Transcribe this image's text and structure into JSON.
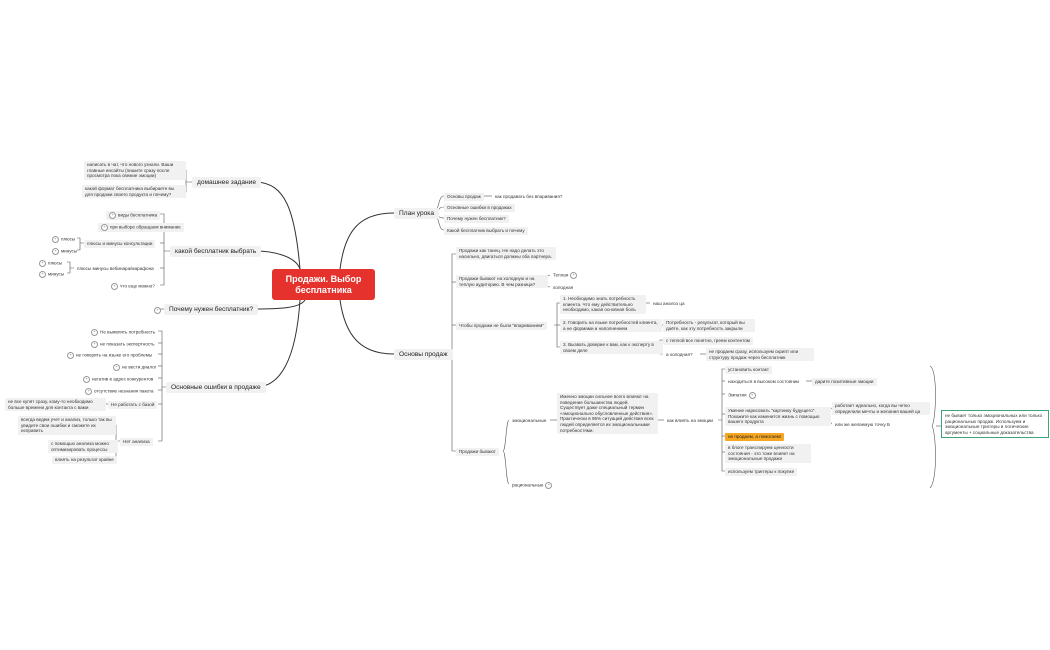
{
  "central": "Продажи. Выбор бесплатника",
  "right": {
    "plan": {
      "label": "План урока",
      "items": [
        "Основы продаж",
        "как продавать без впаривания?",
        "Основные ошибки в продажах",
        "Почему нужен бесплатник?",
        "Какой бесплатник выбрать и почему"
      ]
    },
    "basics": {
      "label": "Основы продаж",
      "intro": "Продажи как танец. Не надо делать это насильно, двигаться должны оба партнера.",
      "sell_cold": "Продажи бывают на холодную и на теплую аудиторию. В чем разница?",
      "warm": "Теплая",
      "cold": "холодная",
      "not_pushy": "Чтобы продажи не были \"впариванием\"",
      "rule1": "1. Необходимо знать потребность клиента. Что ему действительно необходимо, какая основная боль",
      "rule1_note": "наш аналоз ца",
      "rule2": "2. Говорить на языке потребностей клиента, а не формами и наполнением",
      "rule2_note": "Потребность - результат, который вы даёте, как эту потребность закрыли",
      "rule3": "3. Вызвать доверие к вам, как к эксперту в своем деле",
      "rule3_warm": "с теплой все понятно, греем контентом",
      "rule3_cold": "а холодная?",
      "rule3_cold_note": "не продаем сразу, используем скрипт или структуру продаж через бесплатник",
      "sales_are": "Продажи бывают",
      "emotional": "эмоциональные",
      "rational": "рациональные",
      "emo_desc": "Именно эмоции сильнее всего влияют на поведение большинства людей. Существует даже специальный термин «эмоционально обусловленные действия». Практически в 95% ситуаций действия всех людей определяется их эмоциональными потребностями.",
      "how_affect": "как влиять на эмоции",
      "contact": "установить контакт",
      "high_state": "находиться в высоком состоянии",
      "give_positive": "дарите позитивные эмоции",
      "empathy": "Эмпатия",
      "picture": "Умение нарисовать \"картинку будущего\". Покажите как изменится жизнь с помощью вашего продукта",
      "picture_note1": "работает идеально, когда вы четко определили мечты и желания вашей ца",
      "picture_note2": "или же желаемую точку Б",
      "dont_sell": "не продаем, а помогаем!",
      "blogs": "в блоге транслируем ценности состояния - это тоже влияет на эмоциональные продажи",
      "triggers": "используем триггеры к покупке",
      "green_note": "не бывает только эмоциональных или только рациональных продаж. Используем и эмоциональные триггеры и логические аргументы + социальные доказательства"
    }
  },
  "left": {
    "homework": {
      "label": "домашнее задание",
      "task1": "написать в чат, что нового узнали. Ваши главные инсайты (пишите сразу после просмотра пока свежие эмоции)",
      "task2": "какой формат бесплатника выбираете вы для продажи своего продукта и почему?"
    },
    "which_free": {
      "label": "какой бесплатник выбрать",
      "types": "виды бесплатника",
      "attention": "при выборе обращаем внимание",
      "plus_minus_consult": "плюсы и минусы консультации",
      "plus1": "плюсы",
      "minus1": "минусы",
      "plus_minus_webinar": "плюсы минусы вебинара/марафона",
      "plus2": "плюсы",
      "minus2": "минусы",
      "what_else": "что еще можно?"
    },
    "why_free": {
      "label": "Почему нужен бесплатник?"
    },
    "mistakes": {
      "label": "Основные ошибки в продаже",
      "m1": "Не выявлять потребность",
      "m2": "не показать экспертность",
      "m3": "не говорить на языке его проблемы",
      "m4": "не вести диалог",
      "m5": "негатив в адрес конкурентов",
      "m6": "отсутствие незнания пакета",
      "m7": "Не работать с базой",
      "m7_note": "не все купят сразу, кому-то необходимо больше времени для контакта с вами",
      "m8": "Нет анализа",
      "m8_note1": "всегда ведем учет и анализ, только так вы увидите свои ошибки и сможете их исправить",
      "m8_note2": "с помощью анализа можно оптимизировать процессы",
      "m8_note3": "влиять на результат крайне"
    }
  },
  "counts": {
    "c_warm": "+",
    "c_types": "+",
    "c_attention": "+",
    "c_plus1": "+",
    "c_minus1": "+",
    "c_plus2": "+",
    "c_minus2": "+",
    "c_what_else": "+",
    "c_why": "+",
    "c_empathy": "+",
    "c_rational": "+",
    "c_m1": "+",
    "c_m2": "+",
    "c_m3": "+",
    "c_m4": "+",
    "c_m5": "+",
    "c_m6": "+"
  },
  "colors": {
    "root": "#e5322d",
    "node_bg": "#f1f1f1",
    "line": "#333333",
    "highlight": "#f5a623",
    "green": "#3aa67a"
  }
}
